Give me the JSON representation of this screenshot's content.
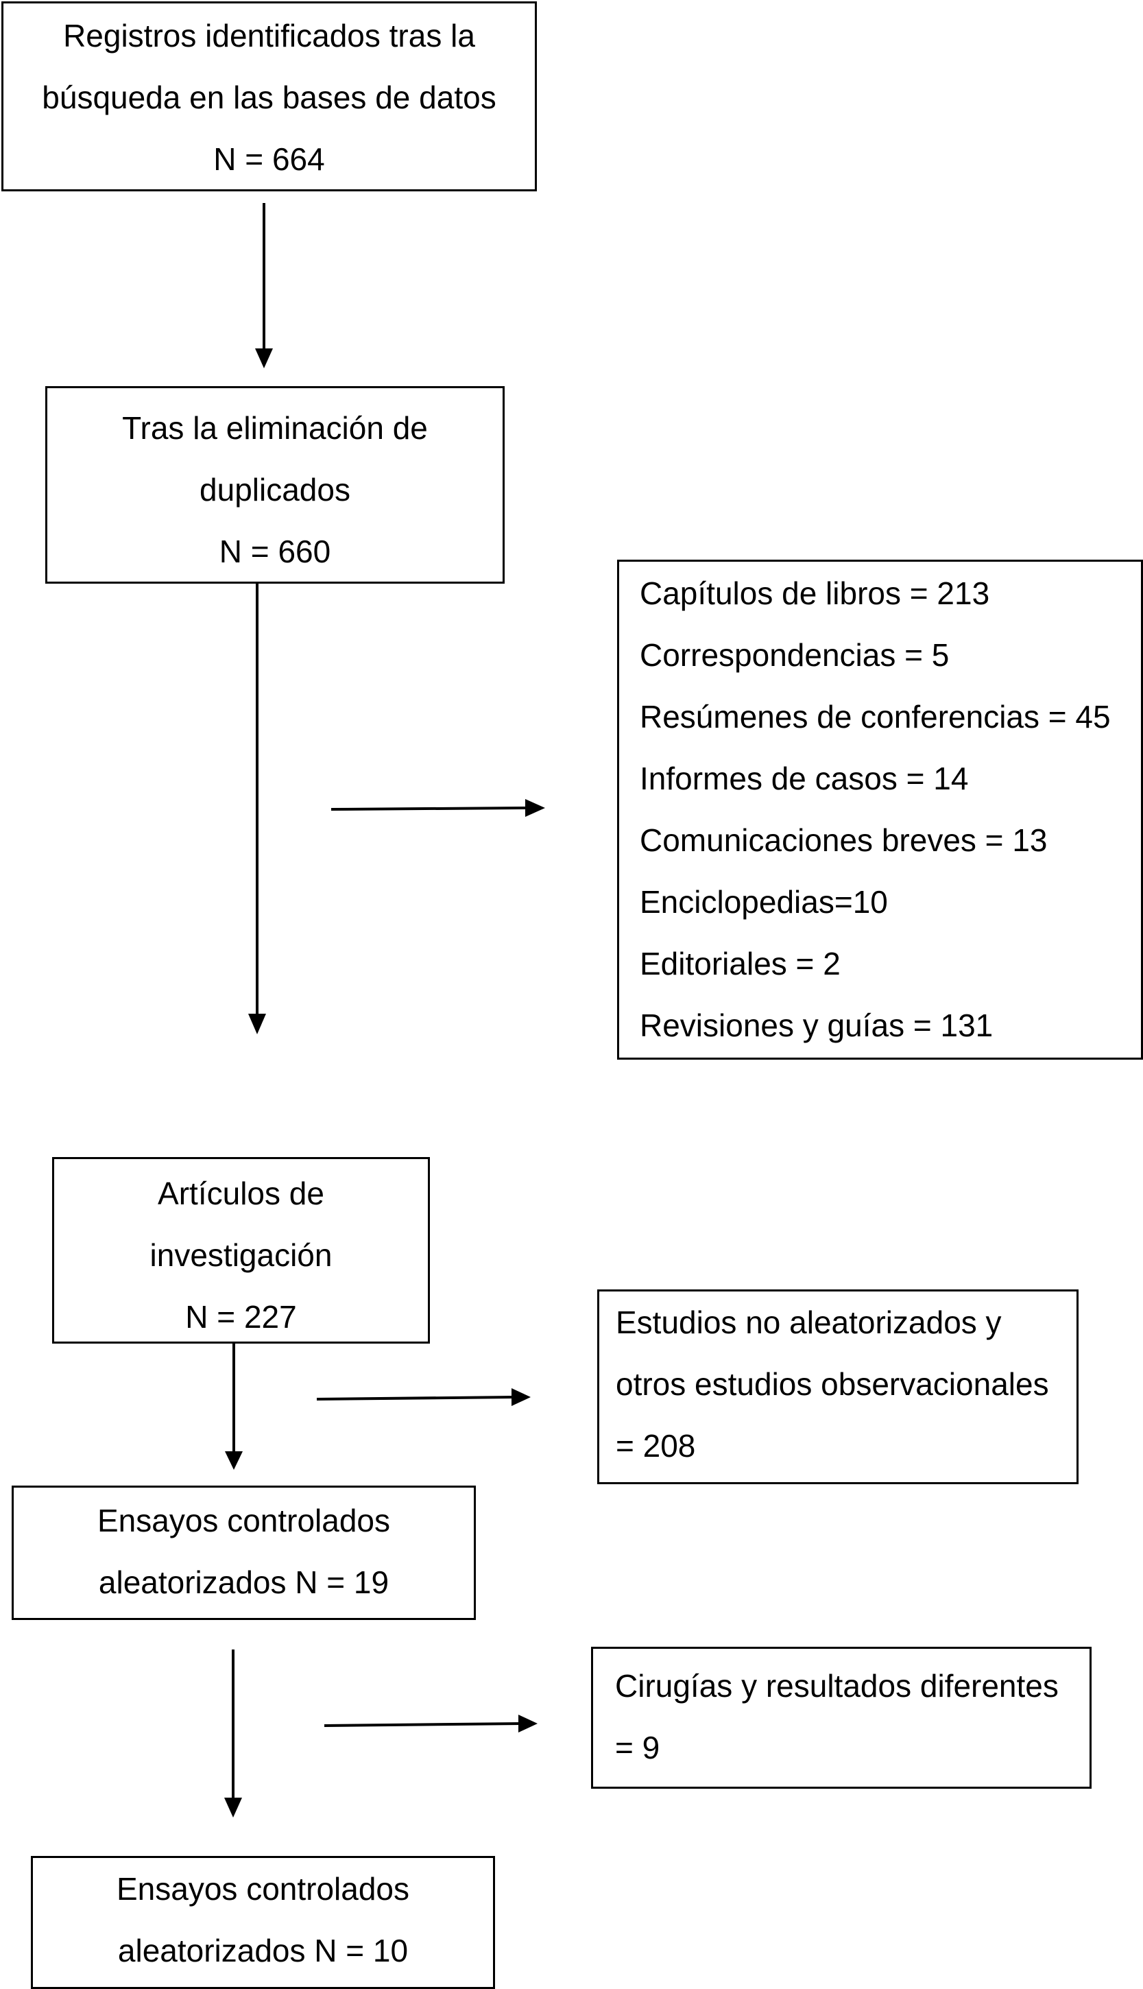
{
  "box_records": {
    "lines": [
      "Registros identificados  tras la",
      "búsqueda en las bases de datos",
      "N = 664"
    ]
  },
  "box_dedup": {
    "lines": [
      "Tras la eliminación de",
      "duplicados",
      "N = 660"
    ]
  },
  "box_excluded_types": {
    "lines": [
      "Capítulos de libros = 213",
      "Correspondencias = 5",
      "Resúmenes de conferencias = 45",
      "Informes de casos = 14",
      "Comunicaciones breves = 13",
      "Enciclopedias=10",
      "Editoriales = 2",
      "Revisiones y guías = 131"
    ]
  },
  "box_research": {
    "lines": [
      "Artículos de",
      "investigación",
      "N = 227"
    ]
  },
  "box_nonrandom": {
    "lines": [
      "Estudios no aleatorizados y",
      "otros estudios observacionales",
      "= 208"
    ]
  },
  "box_rct19": {
    "lines": [
      "Ensayos controlados",
      "aleatorizados N = 19"
    ]
  },
  "box_surgeries": {
    "lines": [
      "Cirugías y resultados diferentes",
      "= 9"
    ]
  },
  "box_rct10": {
    "lines": [
      "Ensayos controlados",
      "aleatorizados N = 10"
    ]
  }
}
